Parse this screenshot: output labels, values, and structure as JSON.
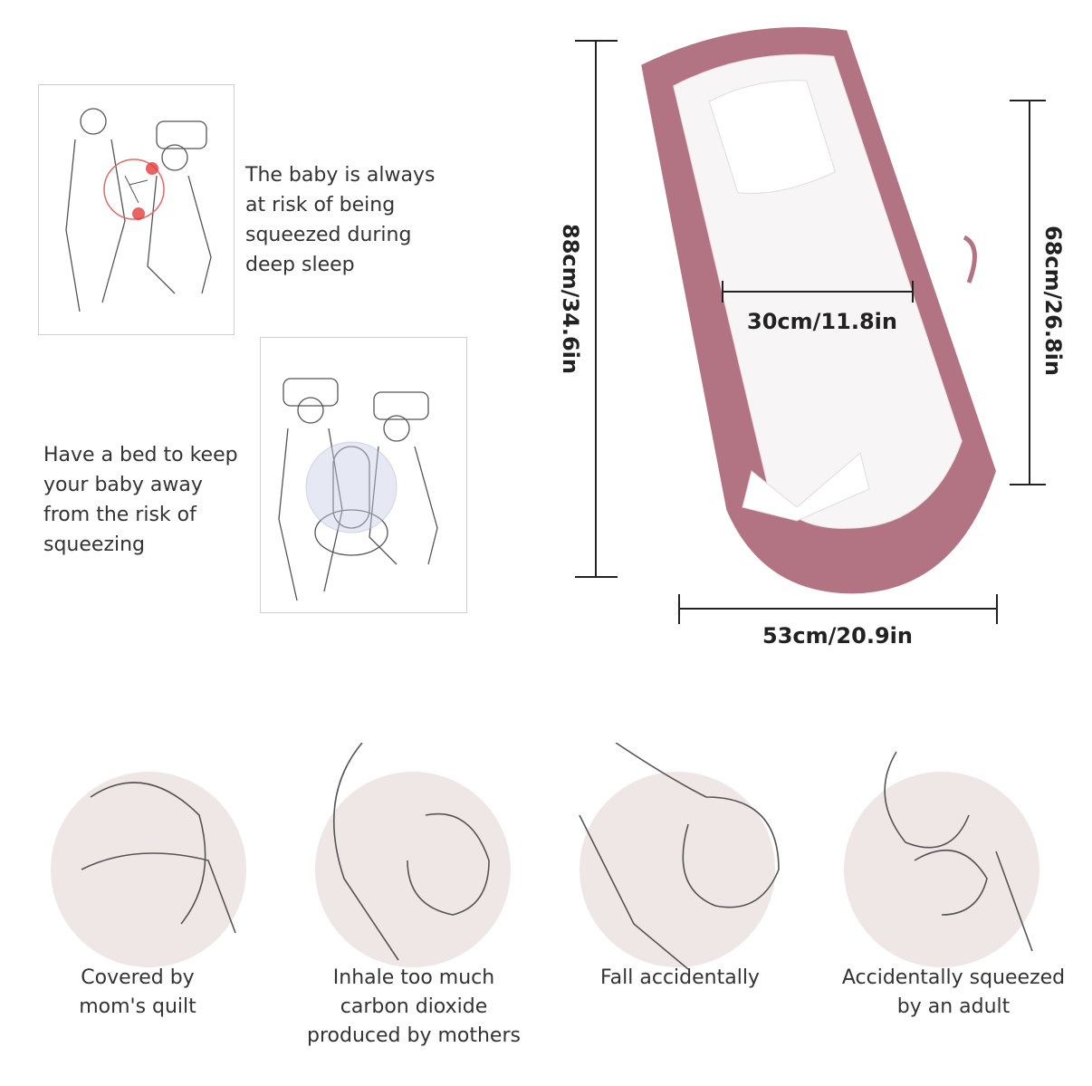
{
  "risk_panels": [
    {
      "text_lines": [
        "The baby is always",
        "at risk of being",
        "squeezed during",
        "deep sleep"
      ]
    },
    {
      "text_lines": [
        "Have a bed to keep",
        "your baby away",
        "from the risk of",
        "squeezing"
      ]
    }
  ],
  "dimensions": {
    "length": "88cm/34.6in",
    "inner_length": "68cm/26.8in",
    "inner_width": "30cm/11.8in",
    "width": "53cm/20.9in"
  },
  "hazards": [
    {
      "lines": [
        "Covered by",
        "mom's quilt"
      ]
    },
    {
      "lines": [
        "Inhale too much",
        "carbon dioxide",
        "produced by mothers"
      ]
    },
    {
      "lines": [
        "Fall accidentally"
      ]
    },
    {
      "lines": [
        "Accidentally squeezed",
        "by an adult"
      ]
    }
  ],
  "colors": {
    "pink": "#b27383",
    "circle": "#efe7e6",
    "line": "#222222"
  }
}
